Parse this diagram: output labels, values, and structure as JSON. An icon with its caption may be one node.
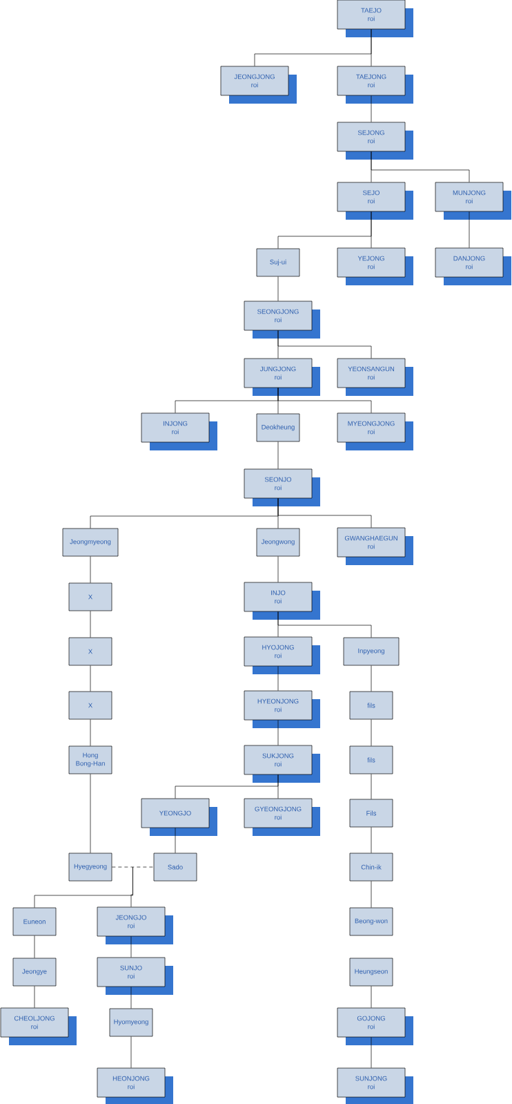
{
  "diagram": {
    "nodes": [
      {
        "text": [
          "TAEJO",
          "roi"
        ]
      },
      {
        "text": [
          "JEONGJONG",
          "roi"
        ]
      },
      {
        "text": [
          "TAEJONG",
          "roi"
        ]
      },
      {
        "text": [
          "SEJONG",
          "roi"
        ]
      },
      {
        "text": [
          "SEJO",
          "roi"
        ]
      },
      {
        "text": [
          "MUNJONG",
          "roi"
        ]
      },
      {
        "text": [
          "Suj-ui"
        ]
      },
      {
        "text": [
          "YEJONG",
          "roi"
        ]
      },
      {
        "text": [
          "DANJONG",
          "roi"
        ]
      },
      {
        "text": [
          "SEONGJONG",
          "roi"
        ]
      },
      {
        "text": [
          "JUNGJONG",
          "roi"
        ]
      },
      {
        "text": [
          "YEONSANGUN",
          "roi"
        ]
      },
      {
        "text": [
          "INJONG",
          "roi"
        ]
      },
      {
        "text": [
          "Deokheung"
        ]
      },
      {
        "text": [
          "MYEONGJONG",
          "roi"
        ]
      },
      {
        "text": [
          "SEONJO",
          "roi"
        ]
      },
      {
        "text": [
          "Jeongmyeong"
        ]
      },
      {
        "text": [
          "Jeongwong"
        ]
      },
      {
        "text": [
          "GWANGHAEGUN",
          "roi"
        ]
      },
      {
        "text": [
          "X"
        ]
      },
      {
        "text": [
          "INJO",
          "roi"
        ]
      },
      {
        "text": [
          "X"
        ]
      },
      {
        "text": [
          "HYOJONG",
          "roi"
        ]
      },
      {
        "text": [
          "Inpyeong"
        ]
      },
      {
        "text": [
          "X"
        ]
      },
      {
        "text": [
          "HYEONJONG",
          "roi"
        ]
      },
      {
        "text": [
          "fils"
        ]
      },
      {
        "text": [
          "Hong Bong-Han"
        ]
      },
      {
        "text": [
          "SUKJONG",
          "roi"
        ]
      },
      {
        "text": [
          "fils"
        ]
      },
      {
        "text": [
          "YEONGJO"
        ]
      },
      {
        "text": [
          "GYEONGJONG",
          "roi"
        ]
      },
      {
        "text": [
          "Fils"
        ]
      },
      {
        "text": [
          "Hyegyeong"
        ]
      },
      {
        "text": [
          "Sado"
        ]
      },
      {
        "text": [
          "Chin-ik"
        ]
      },
      {
        "text": [
          "Euneon"
        ]
      },
      {
        "text": [
          "JEONGJO",
          "roi"
        ]
      },
      {
        "text": [
          "Beong-won"
        ]
      },
      {
        "text": [
          "Jeongye"
        ]
      },
      {
        "text": [
          "SUNJO",
          "roi"
        ]
      },
      {
        "text": [
          "Heungseon"
        ]
      },
      {
        "text": [
          "CHEOLJONG",
          "roi"
        ]
      },
      {
        "text": [
          "Hyomyeong"
        ]
      },
      {
        "text": [
          "GOJONG",
          "roi"
        ]
      },
      {
        "text": [
          "HEONJONG",
          "roi"
        ]
      },
      {
        "text": [
          "SUNJONG",
          "roi"
        ]
      }
    ],
    "edges": [
      {
        "from": 0,
        "to": 1,
        "arrow": "none"
      },
      {
        "from": 0,
        "to": 2,
        "arrow": "none"
      },
      {
        "from": 2,
        "to": 3,
        "arrow": "none"
      },
      {
        "from": 3,
        "to": 4,
        "arrow": "none"
      },
      {
        "from": 3,
        "to": 5,
        "arrow": "none"
      },
      {
        "from": 4,
        "to": 6,
        "arrow": "none"
      },
      {
        "from": 4,
        "to": 7,
        "arrow": "none"
      },
      {
        "from": 5,
        "to": 8,
        "arrow": "none"
      },
      {
        "from": 6,
        "to": 9,
        "arrow": "none"
      },
      {
        "from": 9,
        "to": 10,
        "arrow": "none"
      },
      {
        "from": 9,
        "to": 11,
        "arrow": "none"
      },
      {
        "from": 10,
        "to": 12,
        "arrow": "none"
      },
      {
        "from": 10,
        "to": 13,
        "arrow": "none"
      },
      {
        "from": 10,
        "to": 14,
        "arrow": "none"
      },
      {
        "from": 13,
        "to": 15,
        "arrow": "none"
      },
      {
        "from": 15,
        "to": 16,
        "arrow": "none"
      },
      {
        "from": 15,
        "to": 17,
        "arrow": "none"
      },
      {
        "from": 15,
        "to": 18,
        "arrow": "none"
      },
      {
        "from": 16,
        "to": 19,
        "arrow": "none"
      },
      {
        "from": 17,
        "to": 20,
        "arrow": "none"
      },
      {
        "from": 19,
        "to": 21,
        "arrow": "none"
      },
      {
        "from": 20,
        "to": 22,
        "arrow": "none"
      },
      {
        "from": 20,
        "to": 23,
        "arrow": "none"
      },
      {
        "from": 21,
        "to": 24,
        "arrow": "none"
      },
      {
        "from": 22,
        "to": 25,
        "arrow": "none"
      },
      {
        "from": 23,
        "to": 26,
        "arrow": "none"
      },
      {
        "from": 24,
        "to": 27,
        "arrow": "none"
      },
      {
        "from": 25,
        "to": 28,
        "arrow": "none"
      },
      {
        "from": 26,
        "to": 29,
        "arrow": "none"
      },
      {
        "from": 28,
        "to": 30,
        "arrow": "none"
      },
      {
        "from": 28,
        "to": 31,
        "arrow": "none"
      },
      {
        "from": 29,
        "to": 32,
        "arrow": "none"
      },
      {
        "from": 27,
        "to": 33,
        "arrow": "none"
      },
      {
        "from": 30,
        "to": 34,
        "arrow": "none"
      },
      {
        "from": 32,
        "to": 35,
        "arrow": "none"
      },
      {
        "from": 33,
        "to": 34,
        "arrow": "none",
        "style": "dashed"
      },
      {
        "from": 33,
        "to": 36,
        "arrow": "none"
      },
      {
        "from": 34,
        "to": 36,
        "arrow": "none"
      },
      {
        "from": 33,
        "to": 37,
        "arrow": "none"
      },
      {
        "from": 34,
        "to": 37,
        "arrow": "none"
      },
      {
        "from": 35,
        "to": 38,
        "arrow": "none"
      },
      {
        "from": 36,
        "to": 39,
        "arrow": "none"
      },
      {
        "from": 37,
        "to": 40,
        "arrow": "none"
      },
      {
        "from": 39,
        "to": 42,
        "arrow": "none"
      },
      {
        "from": 40,
        "to": 43,
        "arrow": "none"
      },
      {
        "from": 41,
        "to": 44,
        "arrow": "none"
      },
      {
        "from": 43,
        "to": 45,
        "arrow": "none"
      },
      {
        "from": 44,
        "to": 46,
        "arrow": "none"
      }
    ]
  }
}
